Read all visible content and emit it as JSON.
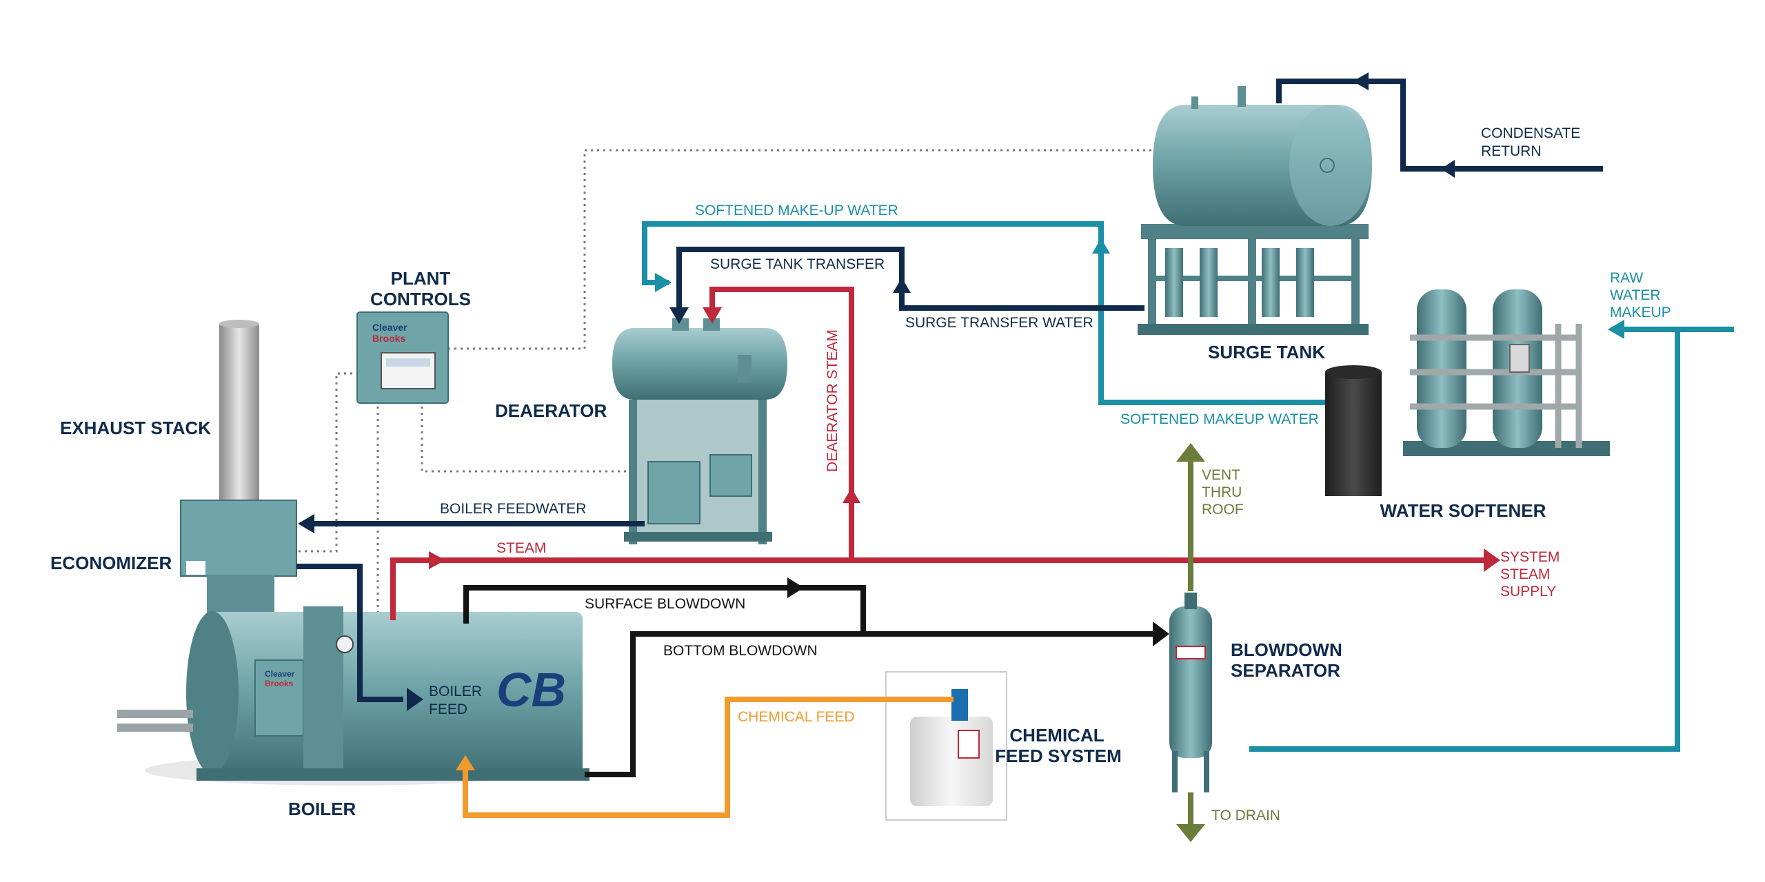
{
  "colors": {
    "navy": "#0f2a4a",
    "red": "#c0283b",
    "teal": "#1a8fa6",
    "black": "#141414",
    "orange": "#f39a2c",
    "olive": "#6b7d3a",
    "equipment": "#6fa4a8",
    "dotted": "#777777"
  },
  "equipment": {
    "plant_controls": [
      "PLANT",
      "CONTROLS"
    ],
    "exhaust_stack": "EXHAUST STACK",
    "deaerator": "DEAERATOR",
    "economizer": "ECONOMIZER",
    "boiler": "BOILER",
    "boiler_feed": [
      "BOILER",
      "FEED"
    ],
    "surge_tank": "SURGE TANK",
    "water_softener": "WATER SOFTENER",
    "blowdown_separator": [
      "BLOWDOWN",
      "SEPARATOR"
    ],
    "chemical_feed_system": [
      "CHEMICAL",
      "FEED SYSTEM"
    ]
  },
  "flows": {
    "condensate_return": [
      "CONDENSATE",
      "RETURN"
    ],
    "softened_makeup_top": "SOFTENED MAKE-UP WATER",
    "surge_tank_transfer": "SURGE TANK TRANSFER",
    "surge_transfer_water": "SURGE TRANSFER WATER",
    "raw_water_makeup": [
      "RAW",
      "WATER",
      "MAKEUP"
    ],
    "softened_makeup_bottom": "SOFTENED MAKEUP WATER",
    "deaerator_steam": "DEAERATOR STEAM",
    "boiler_feedwater": "BOILER FEEDWATER",
    "steam": "STEAM",
    "system_steam_supply": [
      "SYSTEM",
      "STEAM",
      "SUPPLY"
    ],
    "vent_thru_roof": [
      "VENT",
      "THRU",
      "ROOF"
    ],
    "surface_blowdown": "SURFACE BLOWDOWN",
    "bottom_blowdown": "BOTTOM BLOWDOWN",
    "chemical_feed": "CHEMICAL FEED",
    "to_drain": "TO DRAIN"
  },
  "logos": {
    "cleaver": "Cleaver",
    "brooks": "Brooks",
    "cb": "CB"
  }
}
